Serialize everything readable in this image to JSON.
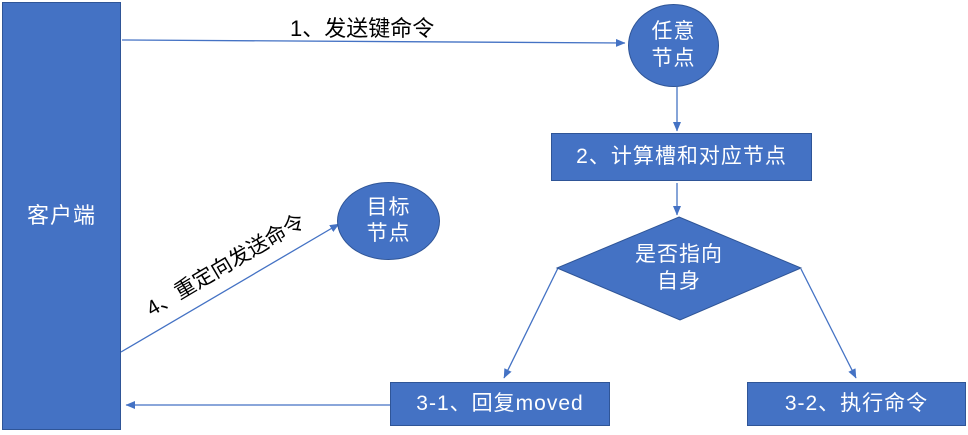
{
  "diagram": {
    "type": "flowchart",
    "colors": {
      "shape_fill": "#4472C4",
      "shape_border": "#2F5597",
      "connector": "#4472C4",
      "shape_text": "#FFFFFF",
      "label_text": "#000000",
      "background": "#FFFFFF"
    },
    "nodes": {
      "client": {
        "shape": "rectangle",
        "label": "客户端"
      },
      "any_node": {
        "shape": "ellipse",
        "line1": "任意",
        "line2": "节点"
      },
      "calc_slot": {
        "shape": "rectangle",
        "label": "2、计算槽和对应节点"
      },
      "decision": {
        "shape": "diamond",
        "line1": "是否指向",
        "line2": "自身"
      },
      "reply_moved": {
        "shape": "rectangle",
        "label": "3-1、回复moved"
      },
      "exec_command": {
        "shape": "rectangle",
        "label": "3-2、执行命令"
      },
      "target_node": {
        "shape": "ellipse",
        "line1": "目标",
        "line2": "节点"
      }
    },
    "edge_labels": {
      "send_key_command": "1、发送键命令",
      "redirect_send_command": "4、重定向发送命令"
    },
    "edges": [
      {
        "from": "client",
        "to": "any_node",
        "label": "1、发送键命令"
      },
      {
        "from": "any_node",
        "to": "calc_slot",
        "label": ""
      },
      {
        "from": "calc_slot",
        "to": "decision",
        "label": ""
      },
      {
        "from": "decision",
        "to": "reply_moved",
        "label": ""
      },
      {
        "from": "decision",
        "to": "exec_command",
        "label": ""
      },
      {
        "from": "reply_moved",
        "to": "client",
        "label": ""
      },
      {
        "from": "client",
        "to": "target_node",
        "label": "4、重定向发送命令"
      }
    ]
  }
}
